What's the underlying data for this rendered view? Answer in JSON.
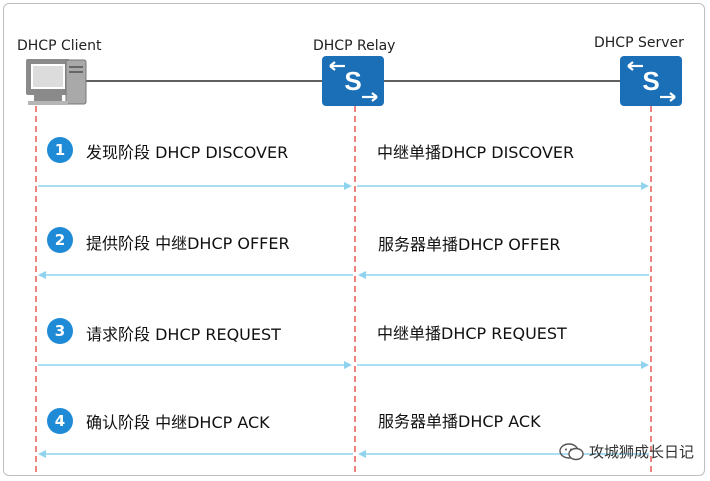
{
  "nodes": {
    "client": {
      "label": "DHCP Client",
      "icon": "computer-icon"
    },
    "relay": {
      "label": "DHCP Relay",
      "icon": "switch-icon"
    },
    "server": {
      "label": "DHCP Server",
      "icon": "switch-icon"
    }
  },
  "steps": [
    {
      "number": "1",
      "client_text": "发现阶段 DHCP DISCOVER",
      "relay_text": "中继单播DHCP DISCOVER",
      "direction": "to-server"
    },
    {
      "number": "2",
      "client_text": "提供阶段  中继DHCP OFFER",
      "relay_text": "服务器单播DHCP OFFER",
      "direction": "to-client"
    },
    {
      "number": "3",
      "client_text": "请求阶段 DHCP REQUEST",
      "relay_text": "中继单播DHCP REQUEST",
      "direction": "to-server"
    },
    {
      "number": "4",
      "client_text": "确认阶段 中继DHCP ACK",
      "relay_text": "服务器单播DHCP ACK",
      "direction": "to-client"
    }
  ],
  "watermark": "攻城狮成长日记",
  "colors": {
    "arrow": "#8fd3ee",
    "lifeline": "#e2433b",
    "device": "#1b6fb6",
    "badge": "#1f8ad6"
  }
}
